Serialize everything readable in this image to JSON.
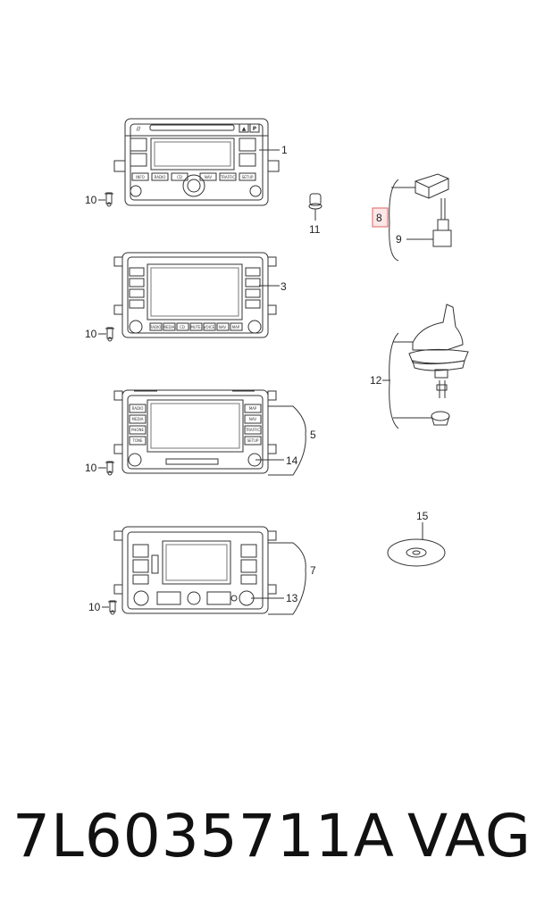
{
  "callouts": {
    "c1": "1",
    "c3": "3",
    "c5": "5",
    "c7": "7",
    "c8": "8",
    "c9": "9",
    "c10a": "10",
    "c10b": "10",
    "c10c": "10",
    "c10d": "10",
    "c11": "11",
    "c12": "12",
    "c13": "13",
    "c14": "14",
    "c15": "15"
  },
  "unit1": {
    "logo": "//",
    "buttons": [
      "INFO",
      "RADIO",
      "CD",
      "NAV",
      "TRAFFIC",
      "SETUP"
    ],
    "eject": "▲",
    "power": "P"
  },
  "unit3": {
    "bottom_buttons": [
      "RADIO",
      "MEDIA",
      "CD",
      "MUTE",
      "VOICE",
      "NAV",
      "MAP"
    ]
  },
  "unit5": {
    "left_buttons": [
      "RADIO",
      "MEDIA",
      "PHONE",
      "TONE"
    ],
    "right_buttons": [
      "MAP",
      "NAV",
      "TRAFFIC",
      "SETUP"
    ]
  },
  "highlight_color": "#e06060",
  "footer": {
    "part_number": "7L6035711A",
    "brand": "VAG"
  }
}
